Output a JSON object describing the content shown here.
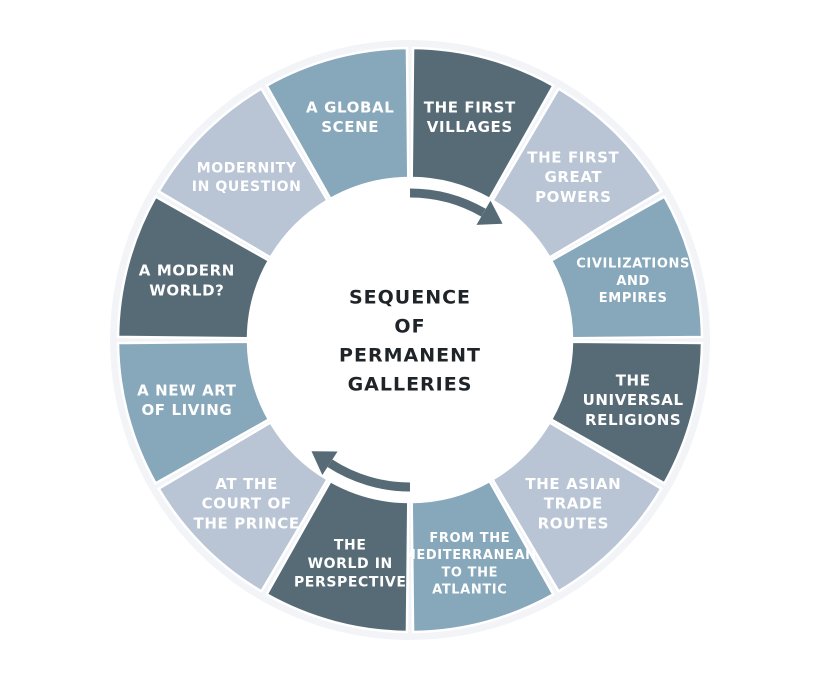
{
  "diagram": {
    "center_lines": [
      "SEQUENCE",
      "OF",
      "PERMANENT",
      "GALLERIES"
    ],
    "colors": {
      "dark": "#576b76",
      "medium": "#87a7bb",
      "light": "#b9c5d5",
      "outer_ring": "#f2f4f7",
      "center": "#ffffff",
      "arrow": "#576b76",
      "center_text": "#1f2428"
    },
    "segments": [
      {
        "lines": [
          "THE FIRST",
          "VILLAGES"
        ],
        "shade": "dark"
      },
      {
        "lines": [
          "THE FIRST",
          "GREAT",
          "POWERS"
        ],
        "shade": "light"
      },
      {
        "lines": [
          "CIVILIZATIONS",
          "AND",
          "EMPIRES"
        ],
        "shade": "medium"
      },
      {
        "lines": [
          "THE",
          "UNIVERSAL",
          "RELIGIONS"
        ],
        "shade": "dark"
      },
      {
        "lines": [
          "THE ASIAN",
          "TRADE",
          "ROUTES"
        ],
        "shade": "light"
      },
      {
        "lines": [
          "FROM THE",
          "MEDITERRANEAN",
          "TO THE",
          "ATLANTIC"
        ],
        "shade": "medium"
      },
      {
        "lines": [
          "THE",
          "WORLD IN",
          "PERSPECTIVE"
        ],
        "shade": "dark"
      },
      {
        "lines": [
          "AT THE",
          "COURT OF",
          "THE PRINCE"
        ],
        "shade": "light"
      },
      {
        "lines": [
          "A NEW ART",
          "OF LIVING"
        ],
        "shade": "medium"
      },
      {
        "lines": [
          "A MODERN",
          "WORLD?"
        ],
        "shade": "dark"
      },
      {
        "lines": [
          "MODERNITY",
          "IN QUESTION"
        ],
        "shade": "light"
      },
      {
        "lines": [
          "A GLOBAL",
          "SCENE"
        ],
        "shade": "medium"
      }
    ]
  }
}
